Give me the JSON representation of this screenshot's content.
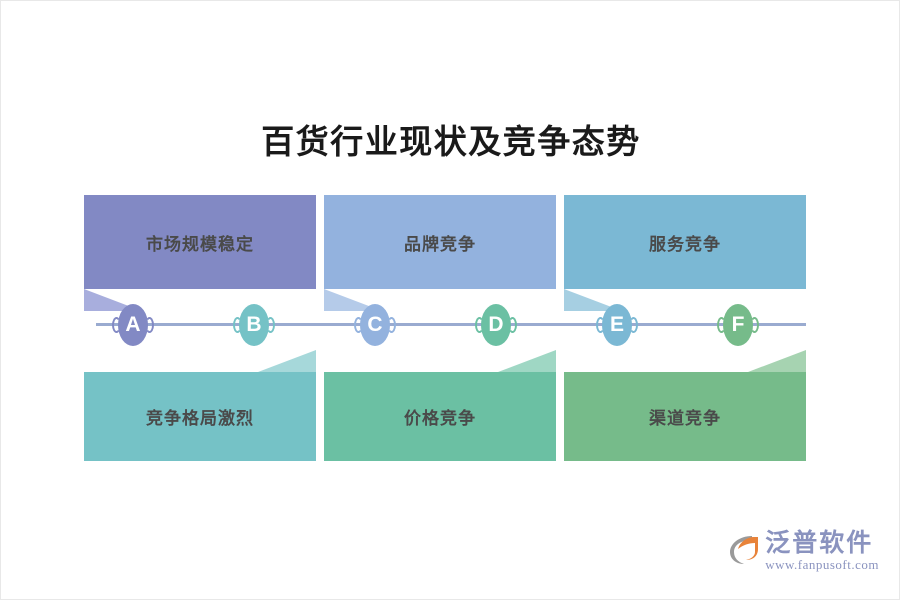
{
  "page": {
    "title": "百货行业现状及竞争态势",
    "background_color": "#ffffff"
  },
  "diagram": {
    "type": "horizontal-timeline-callouts",
    "axis_color": "#9aabd0",
    "top_boxes": [
      {
        "label": "市场规模稳定",
        "color": "#8289c4",
        "tail_color": "#a8aedd",
        "marker": "A"
      },
      {
        "label": "品牌竞争",
        "color": "#93b2de",
        "tail_color": "#b5cbe9",
        "marker": "C"
      },
      {
        "label": "服务竞争",
        "color": "#7bb8d4",
        "tail_color": "#a6cfe2",
        "marker": "E"
      }
    ],
    "bottom_boxes": [
      {
        "label": "竞争格局激烈",
        "color": "#75c2c6",
        "tail_color": "#a6d8da",
        "marker": "B"
      },
      {
        "label": "价格竞争",
        "color": "#6bc0a3",
        "tail_color": "#9fd7c4",
        "marker": "D"
      },
      {
        "label": "渠道竞争",
        "color": "#76bb8a",
        "tail_color": "#a6d3b1",
        "marker": "F"
      }
    ],
    "markers": [
      {
        "letter": "A",
        "color": "#8289c4"
      },
      {
        "letter": "B",
        "color": "#75c2c6"
      },
      {
        "letter": "C",
        "color": "#93b2de"
      },
      {
        "letter": "D",
        "color": "#6bc0a3"
      },
      {
        "letter": "E",
        "color": "#7bb8d4"
      },
      {
        "letter": "F",
        "color": "#76bb8a"
      }
    ]
  },
  "branding": {
    "name": "泛普软件",
    "url": "www.fanpusoft.com",
    "mark_color_primary": "#e8833a",
    "mark_color_secondary": "#9a9a9a",
    "text_color": "#8a93bf"
  }
}
